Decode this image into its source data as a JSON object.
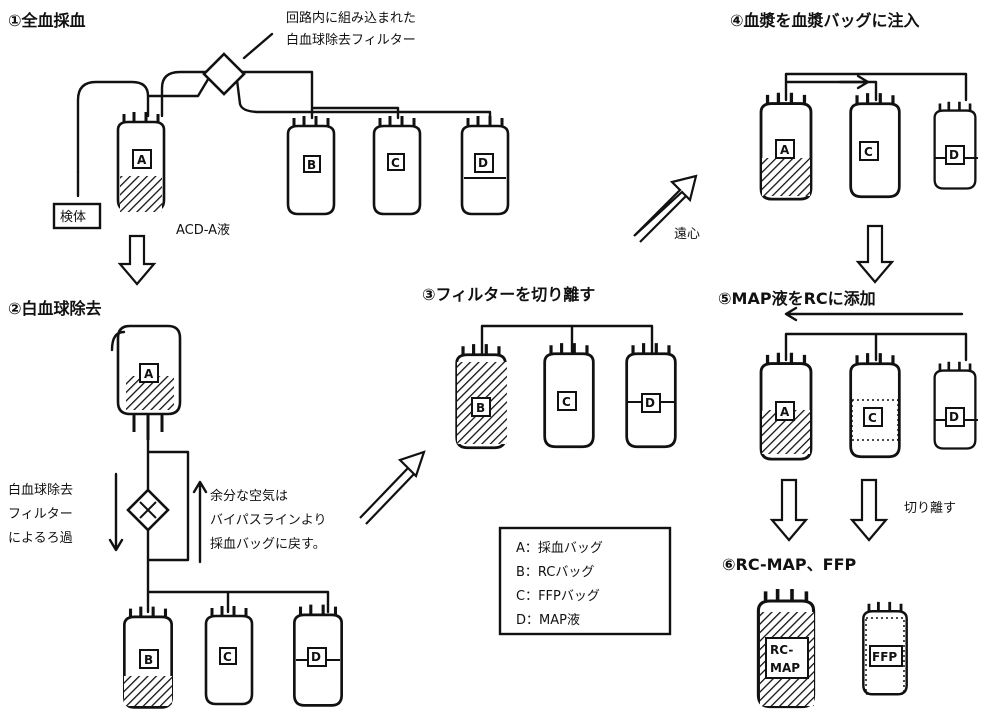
{
  "steps": {
    "s1": "①全血採血",
    "s2": "②白血球除去",
    "s3": "③フィルターを切り離す",
    "s4": "④血漿を血漿バッグに注入",
    "s5": "⑤MAP液をRCに添加",
    "s6": "⑥RC-MAP、FFP"
  },
  "callouts": {
    "filter_line1": "回路内に組み込まれた",
    "filter_line2": "白血球除去フィルター",
    "acd": "ACD-A液",
    "centrifuge": "遠心",
    "detach": "切り離す",
    "wbc_line1": "白血球除去",
    "wbc_line2": "フィルター",
    "wbc_line3": "によるろ過",
    "bypass_line1": "余分な空気は",
    "bypass_line2": "バイパスラインより",
    "bypass_line3": "採血バッグに戻す。",
    "sample": "検体",
    "rcmap_line1": "RC-",
    "rcmap_line2": "MAP",
    "ffp": "FFP"
  },
  "bag_letters": {
    "a": "A",
    "b": "B",
    "c": "C",
    "d": "D"
  },
  "legend": [
    "A：採血バッグ",
    "B：RCバッグ",
    "C：FFPバッグ",
    "D：MAP液"
  ],
  "colors": {
    "ink": "#111111",
    "paper": "#ffffff"
  }
}
